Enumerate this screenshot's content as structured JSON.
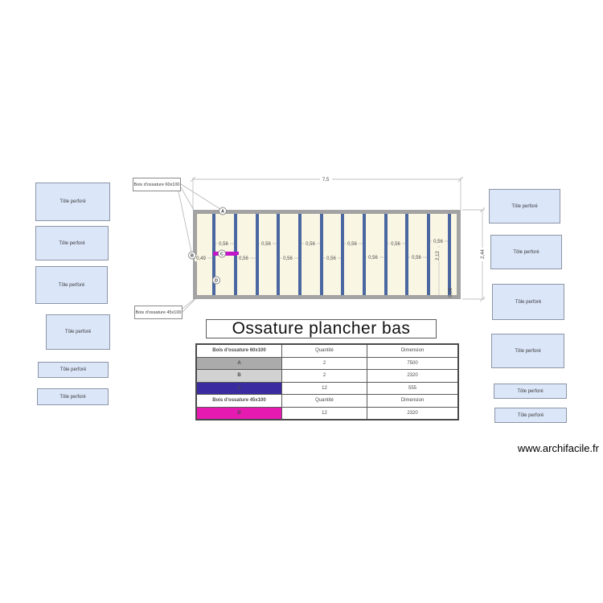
{
  "page": {
    "watermark": "www.archifacile.fr",
    "background": "#ffffff"
  },
  "title": {
    "text": "Ossature plancher bas"
  },
  "panels": {
    "label": "Tôle perforé",
    "fill": "#dbe6f9",
    "left_count": 6,
    "right_count": 6
  },
  "drawing": {
    "frame": {
      "fill": "#faf6e4",
      "border_color": "#a3a3a3",
      "joist_color": "#4a67a1",
      "blocking_color": "#c216c9",
      "joist_count": 12
    },
    "annotations": {
      "label_60": "Bois d'ossature 60x100",
      "label_45": "Bois d'ossature 45x100"
    },
    "markers": {
      "a": "A",
      "b": "B",
      "c": "C",
      "d": "D"
    },
    "dimensions": {
      "total_width": "7,5",
      "total_height": "2,44",
      "first_gap": "0,49",
      "gap": "0,56",
      "joist_length": "2,12",
      "end_gap": "0,08"
    }
  },
  "table": {
    "sections": [
      {
        "label": "Bois d'ossature 60x100",
        "qty_header": "Quantité",
        "dim_header": "Dimension",
        "rows": [
          {
            "id": "A",
            "qty": "2",
            "dim": "7500",
            "color": "#ababab"
          },
          {
            "id": "B",
            "qty": "2",
            "dim": "2320",
            "color": "#d2d2d2"
          },
          {
            "id": "C",
            "qty": "12",
            "dim": "555",
            "color": "#3a2ba0"
          }
        ]
      },
      {
        "label": "Bois d'ossature 45x100",
        "qty_header": "Quantité",
        "dim_header": "Dimension",
        "rows": [
          {
            "id": "D",
            "qty": "12",
            "dim": "2320",
            "color": "#e51ab1"
          }
        ]
      }
    ]
  },
  "colors": {
    "panel_fill": "#dbe6f9",
    "frame_fill": "#faf6e4",
    "joist_blue": "#4a67a1",
    "blocking_magenta": "#c216c9",
    "row_a_gray": "#ababab",
    "row_b_gray": "#d2d2d2",
    "row_c_indigo": "#3a2ba0",
    "row_d_magenta": "#e51ab1"
  }
}
